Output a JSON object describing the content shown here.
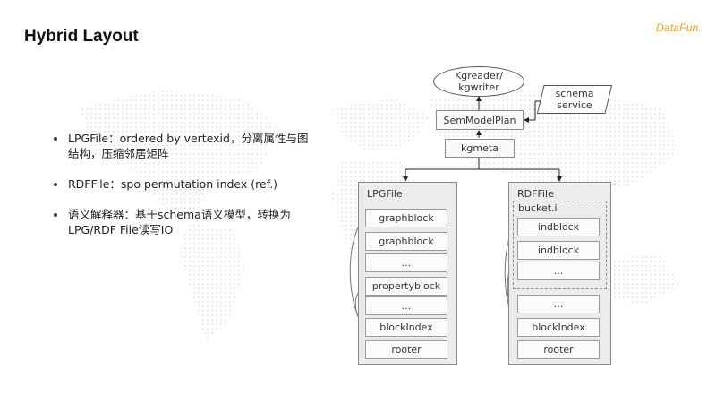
{
  "slide": {
    "title": "Hybrid Layout",
    "logo_text": "DataFun.",
    "logo_color": "#f39c12"
  },
  "bullets": [
    "LPGFile：ordered by vertexid，分离属性与图结构，压缩邻居矩阵",
    "RDFFile：spo permutation index (ref.)",
    "语义解释器：基于schema语义模型，转换为LPG/RDF File读写IO"
  ],
  "diagram": {
    "kgreader": "Kgreader/\nkgwriter",
    "schema_service": "schema\nservice",
    "semmodelplan": "SemModelPlan",
    "kgmeta": "kgmeta",
    "lpg": {
      "label": "LPGFile",
      "blocks": [
        "graphblock",
        "graphblock",
        "...",
        "propertyblock",
        "...",
        "blockIndex",
        "rooter"
      ]
    },
    "rdf": {
      "label": "RDFFile",
      "bucket_label": "bucket.i",
      "bucket_blocks": [
        "indblock",
        "indblock",
        "..."
      ],
      "blocks": [
        "...",
        "blockIndex",
        "rooter"
      ]
    }
  }
}
